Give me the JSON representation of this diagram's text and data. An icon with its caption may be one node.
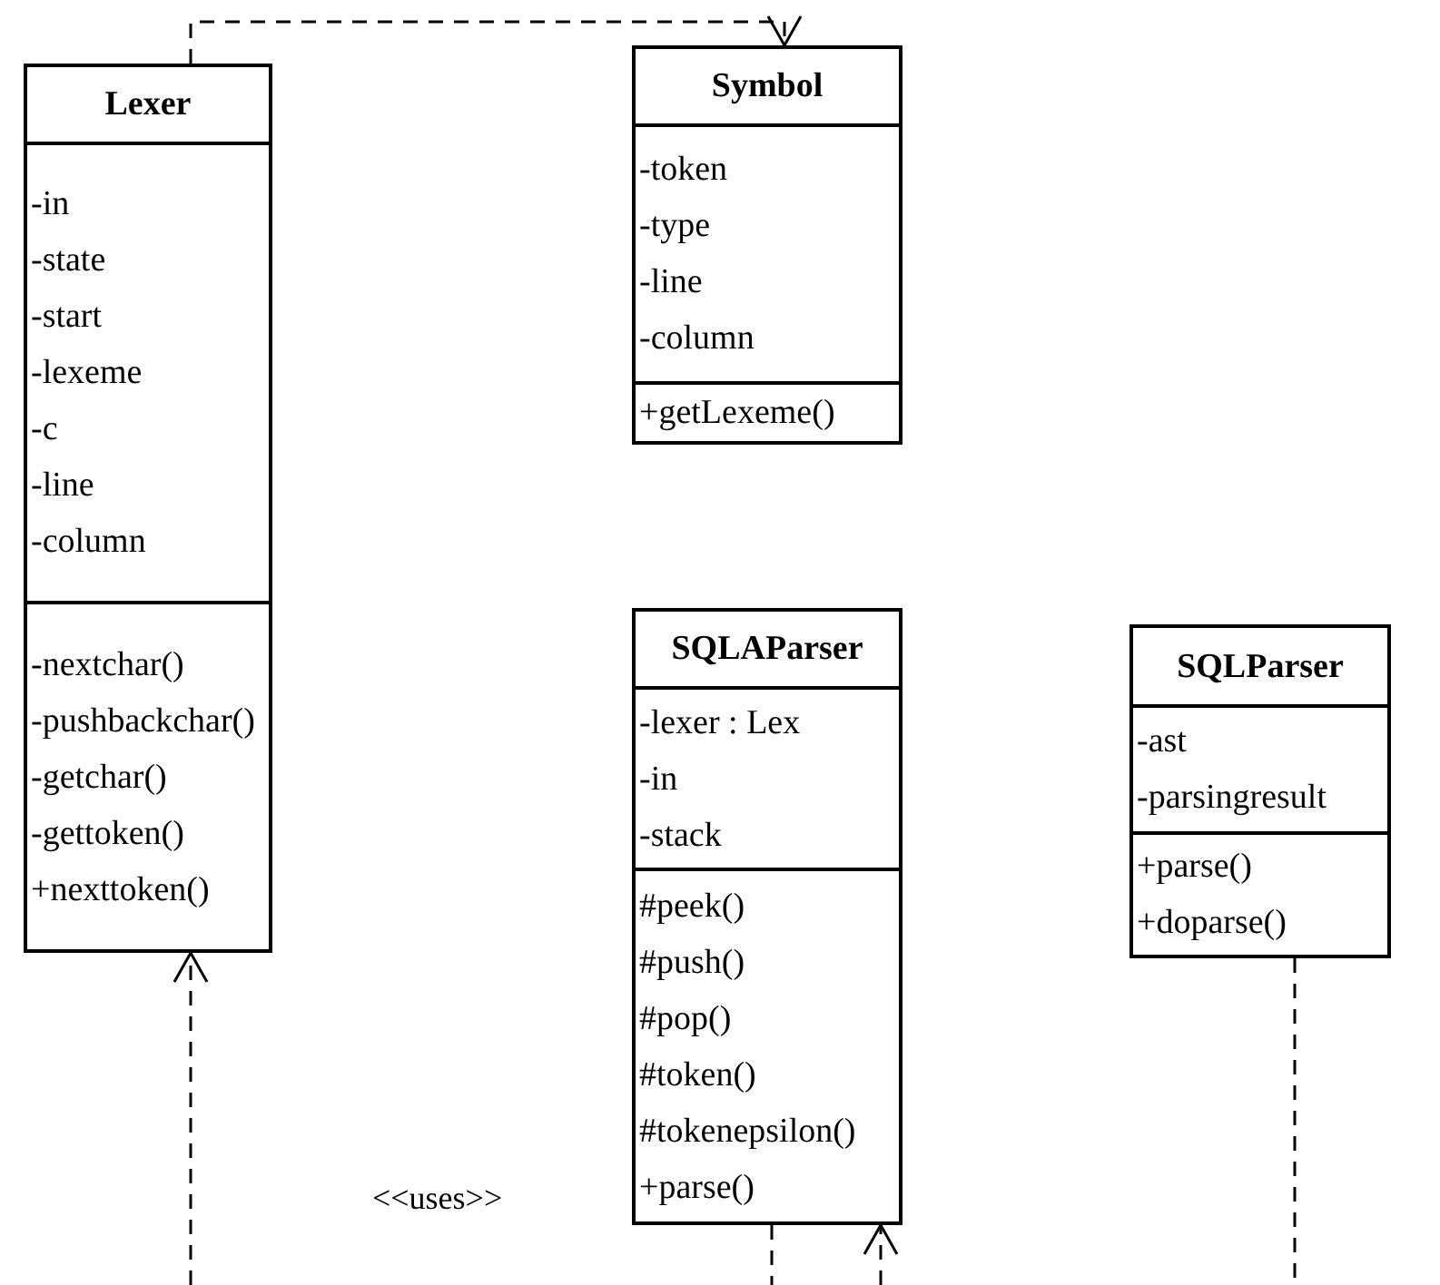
{
  "diagram": {
    "nodes": [
      {
        "text": [
          "Lexer"
        ]
      },
      {
        "text": [
          "-in",
          "-state",
          "-start",
          "-lexeme",
          "-c",
          "-line",
          "-column"
        ],
        "in": 0
      },
      {
        "text": [
          "-nextchar()",
          "-pushbackchar()",
          "-getchar()",
          "-gettoken()",
          "+nexttoken()"
        ],
        "in": 0
      },
      {
        "text": [
          "Symbol"
        ]
      },
      {
        "text": [
          "-token",
          "-type",
          "-line",
          "-column"
        ],
        "in": 3
      },
      {
        "text": [
          "+getLexeme()"
        ],
        "in": 3
      },
      {
        "text": [
          "SQLAParser"
        ]
      },
      {
        "text": [
          "-lexer : Lex",
          "-in",
          "-stack"
        ],
        "in": 6
      },
      {
        "text": [
          "#peek()",
          "#push()",
          "#pop()",
          "#token()",
          "#tokenepsilon()",
          "+parse()"
        ],
        "in": 6
      },
      {
        "text": [
          "SQLParser"
        ]
      },
      {
        "text": [
          "-ast",
          "-parsingresult"
        ],
        "in": 9
      },
      {
        "text": [
          "+parse()",
          "+doparse()"
        ],
        "in": 9
      }
    ],
    "edges": [
      {
        "from": 0,
        "to": 3,
        "arrow": "to",
        "style": "dashed"
      },
      {
        "from": null,
        "to": 0,
        "arrow": "to",
        "style": "dashed"
      },
      {
        "from": 6,
        "to": null,
        "arrow": "none",
        "style": "dashed"
      },
      {
        "from": null,
        "to": 6,
        "arrow": "to",
        "style": "dashed"
      },
      {
        "from": 9,
        "to": null,
        "arrow": "none",
        "style": "dashed"
      }
    ],
    "labels": [
      "<<uses>>"
    ]
  }
}
